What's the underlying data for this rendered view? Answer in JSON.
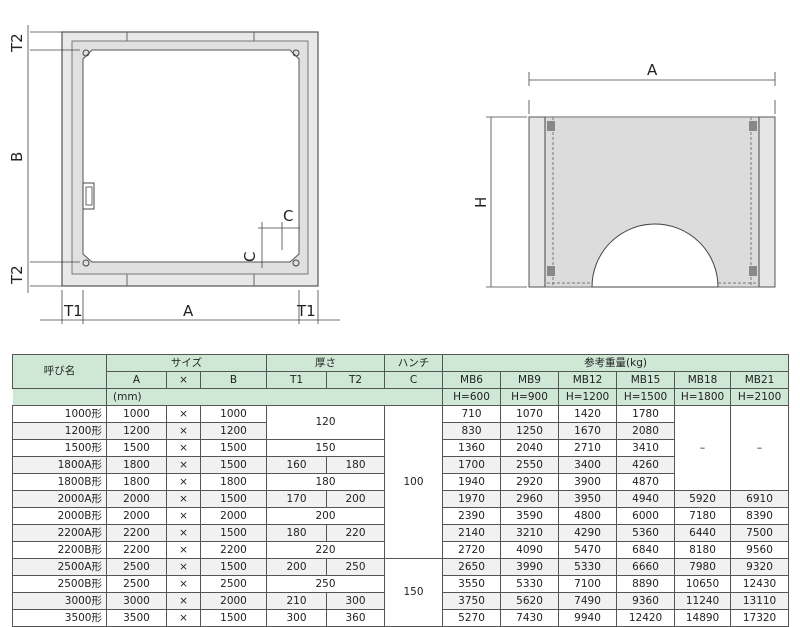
{
  "drawing": {
    "plan_labels": {
      "t2_top": "T2",
      "b": "B",
      "t2_bottom": "T2",
      "t1_left": "T1",
      "a": "A",
      "t1_right": "T1",
      "c_right": "C",
      "c_bottom": "C"
    },
    "elevation_labels": {
      "a": "A",
      "h": "H"
    }
  },
  "table": {
    "headers": {
      "name": "呼び名",
      "size": "サイズ",
      "thickness": "厚さ",
      "haunch": "ハンチ",
      "weight": "参考重量(kg)",
      "a": "A",
      "x": "×",
      "b": "B",
      "t1": "T1",
      "t2": "T2",
      "c": "C",
      "mb6": "MB6",
      "mb9": "MB9",
      "mb12": "MB12",
      "mb15": "MB15",
      "mb18": "MB18",
      "mb21": "MB21",
      "mm": "(mm)",
      "h600": "H=600",
      "h900": "H=900",
      "h1200": "H=1200",
      "h1500": "H=1500",
      "h1800": "H=1800",
      "h2100": "H=2100"
    },
    "rows": [
      {
        "name": "1000形",
        "a": "1000",
        "x": "×",
        "b": "1000",
        "t1": "",
        "t2": "",
        "t": "120",
        "w": [
          "710",
          "1070",
          "1420",
          "1780"
        ]
      },
      {
        "name": "1200形",
        "a": "1200",
        "x": "×",
        "b": "1200",
        "t1": "",
        "t2": "",
        "t": "",
        "w": [
          "830",
          "1250",
          "1670",
          "2080"
        ]
      },
      {
        "name": "1500形",
        "a": "1500",
        "x": "×",
        "b": "1500",
        "t1": "",
        "t2": "",
        "t": "150",
        "w": [
          "1360",
          "2040",
          "2710",
          "3410"
        ]
      },
      {
        "name": "1800A形",
        "a": "1800",
        "x": "×",
        "b": "1500",
        "t1": "160",
        "t2": "180",
        "t": "",
        "w": [
          "1700",
          "2550",
          "3400",
          "4260"
        ]
      },
      {
        "name": "1800B形",
        "a": "1800",
        "x": "×",
        "b": "1800",
        "t1": "",
        "t2": "",
        "t": "180",
        "w": [
          "1940",
          "2920",
          "3900",
          "4870"
        ]
      },
      {
        "name": "2000A形",
        "a": "2000",
        "x": "×",
        "b": "1500",
        "t1": "170",
        "t2": "200",
        "t": "",
        "w": [
          "1970",
          "2960",
          "3950",
          "4940",
          "5920",
          "6910"
        ]
      },
      {
        "name": "2000B形",
        "a": "2000",
        "x": "×",
        "b": "2000",
        "t1": "",
        "t2": "",
        "t": "200",
        "w": [
          "2390",
          "3590",
          "4800",
          "6000",
          "7180",
          "8390"
        ]
      },
      {
        "name": "2200A形",
        "a": "2200",
        "x": "×",
        "b": "1500",
        "t1": "180",
        "t2": "220",
        "t": "",
        "w": [
          "2140",
          "3210",
          "4290",
          "5360",
          "6440",
          "7500"
        ]
      },
      {
        "name": "2200B形",
        "a": "2200",
        "x": "×",
        "b": "2200",
        "t1": "",
        "t2": "",
        "t": "220",
        "w": [
          "2720",
          "4090",
          "5470",
          "6840",
          "8180",
          "9560"
        ]
      },
      {
        "name": "2500A形",
        "a": "2500",
        "x": "×",
        "b": "1500",
        "t1": "200",
        "t2": "250",
        "t": "",
        "w": [
          "2650",
          "3990",
          "5330",
          "6660",
          "7980",
          "9320"
        ]
      },
      {
        "name": "2500B形",
        "a": "2500",
        "x": "×",
        "b": "2500",
        "t1": "",
        "t2": "",
        "t": "250",
        "w": [
          "3550",
          "5330",
          "7100",
          "8890",
          "10650",
          "12430"
        ]
      },
      {
        "name": "3000形",
        "a": "3000",
        "x": "×",
        "b": "2000",
        "t1": "210",
        "t2": "300",
        "t": "",
        "w": [
          "3750",
          "5620",
          "7490",
          "9360",
          "11240",
          "13110"
        ]
      },
      {
        "name": "3500形",
        "a": "3500",
        "x": "×",
        "b": "1500",
        "t1": "300",
        "t2": "360",
        "t": "",
        "w": [
          "5270",
          "7430",
          "9940",
          "12420",
          "14890",
          "17320"
        ]
      }
    ],
    "haunch_values": [
      "100",
      "150"
    ],
    "dash": "–"
  }
}
